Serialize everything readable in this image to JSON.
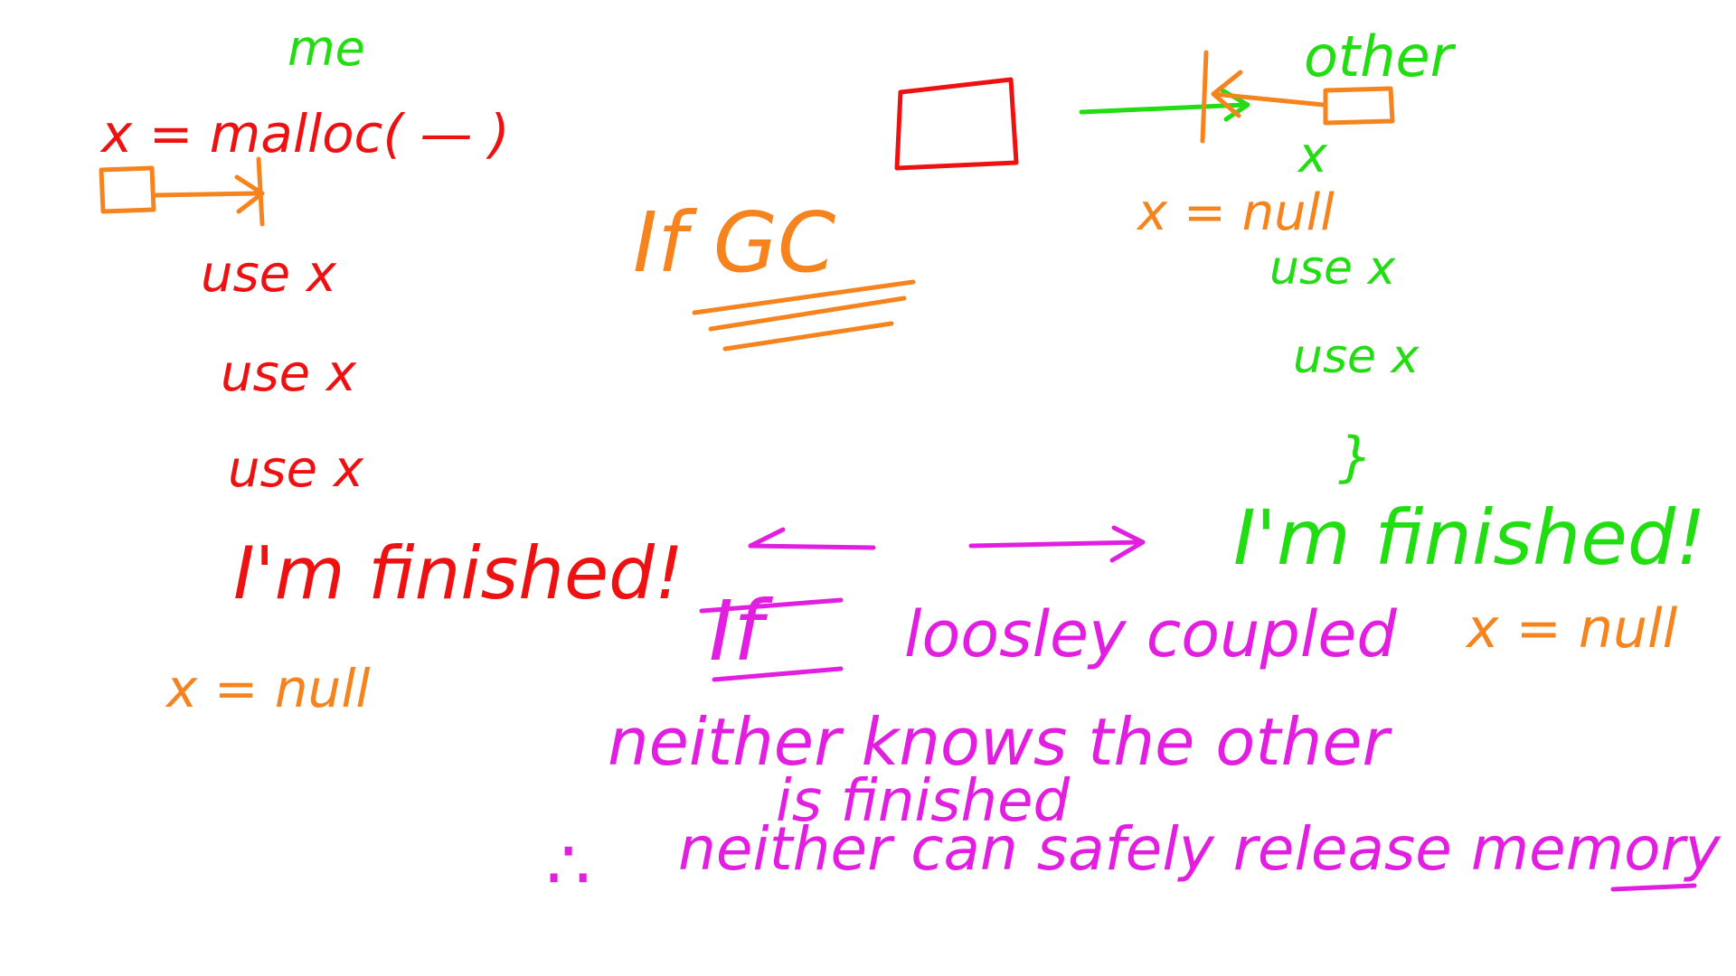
{
  "colors": {
    "red": "#ee1111",
    "orange": "#f5841f",
    "green": "#22dd11",
    "magenta": "#e21fe0",
    "background": "#ffffff"
  },
  "me_side": {
    "heading": "me",
    "alloc": "x = malloc( — )",
    "use_1": "use x",
    "use_2": "use x",
    "use_3": "use x",
    "finished": "I'm finished!",
    "null_assign": "x = null"
  },
  "middle": {
    "gc_note": "If GC"
  },
  "other_side": {
    "heading": "other",
    "var": "x",
    "null_assign_top": "x = null",
    "use_1": "use x",
    "use_2": "use x",
    "ellipsis": "}",
    "finished": "I'm finished!",
    "null_assign": "x = null"
  },
  "conclusion": {
    "if_word": "If",
    "line_1": "loosley coupled",
    "line_2": "neither knows the other",
    "line_3": "is finished",
    "therefore_symbol": "∴",
    "line_4": "neither can safely release memory"
  }
}
